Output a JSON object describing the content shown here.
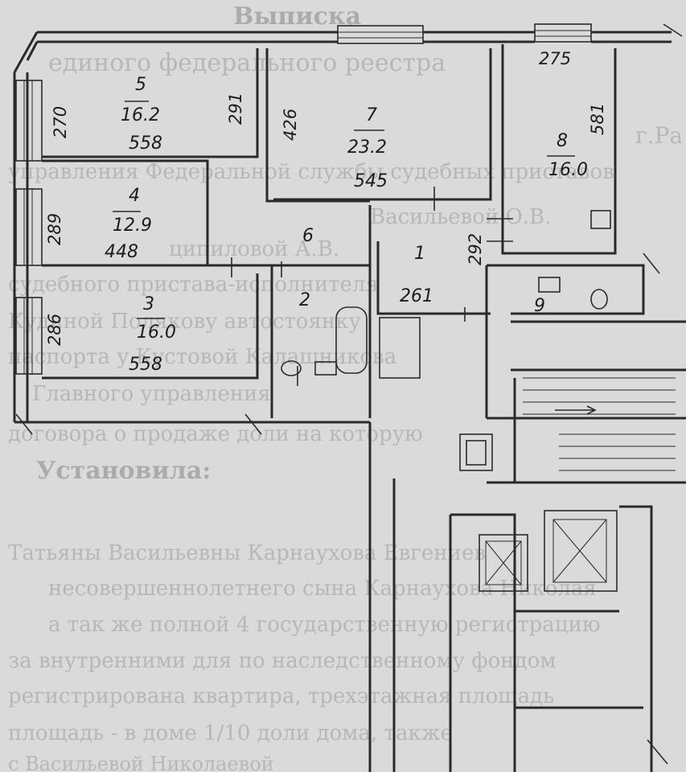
{
  "background_text": [
    "Выписка",
    "единого федерального реестра",
    "г.Ра",
    "управления Федеральной службы судебных приставов",
    "Васильевой О.В.",
    "ципиловой А.В.",
    "судебного пристава-исполнителя",
    "Кудиной Полякову автостоянку",
    "паспорта у Кустовой Калашникова",
    "Главного управления",
    "договора о продаже доли на которую",
    "Установила:",
    "Татьяны Васильевны Карнаухова Евгениев",
    "несовершеннолетнего сына Карнаухова Николая",
    "а так же полной 4 государственную регистрацию",
    "за внутренними для по наследственному фондом",
    "регистрирована квартира, трехэтажная площадь",
    "площадь - в доме 1/10 доли дома, также",
    "с Васильевой Николаевой"
  ],
  "rooms": [
    {
      "num": "5",
      "area": "16.2",
      "length": "558",
      "width": "270",
      "side": "291"
    },
    {
      "num": "4",
      "area": "12.9",
      "length": "448",
      "width": "289"
    },
    {
      "num": "3",
      "area": "16.0",
      "length": "558",
      "width": "286"
    },
    {
      "num": "7",
      "area": "23.2",
      "length": "545",
      "width": "426"
    },
    {
      "num": "8",
      "area": "16.0",
      "length": "275",
      "width": "581"
    },
    {
      "num": "6"
    },
    {
      "num": "1",
      "length": "261",
      "width": "292"
    },
    {
      "num": "2"
    },
    {
      "num": "9"
    }
  ]
}
